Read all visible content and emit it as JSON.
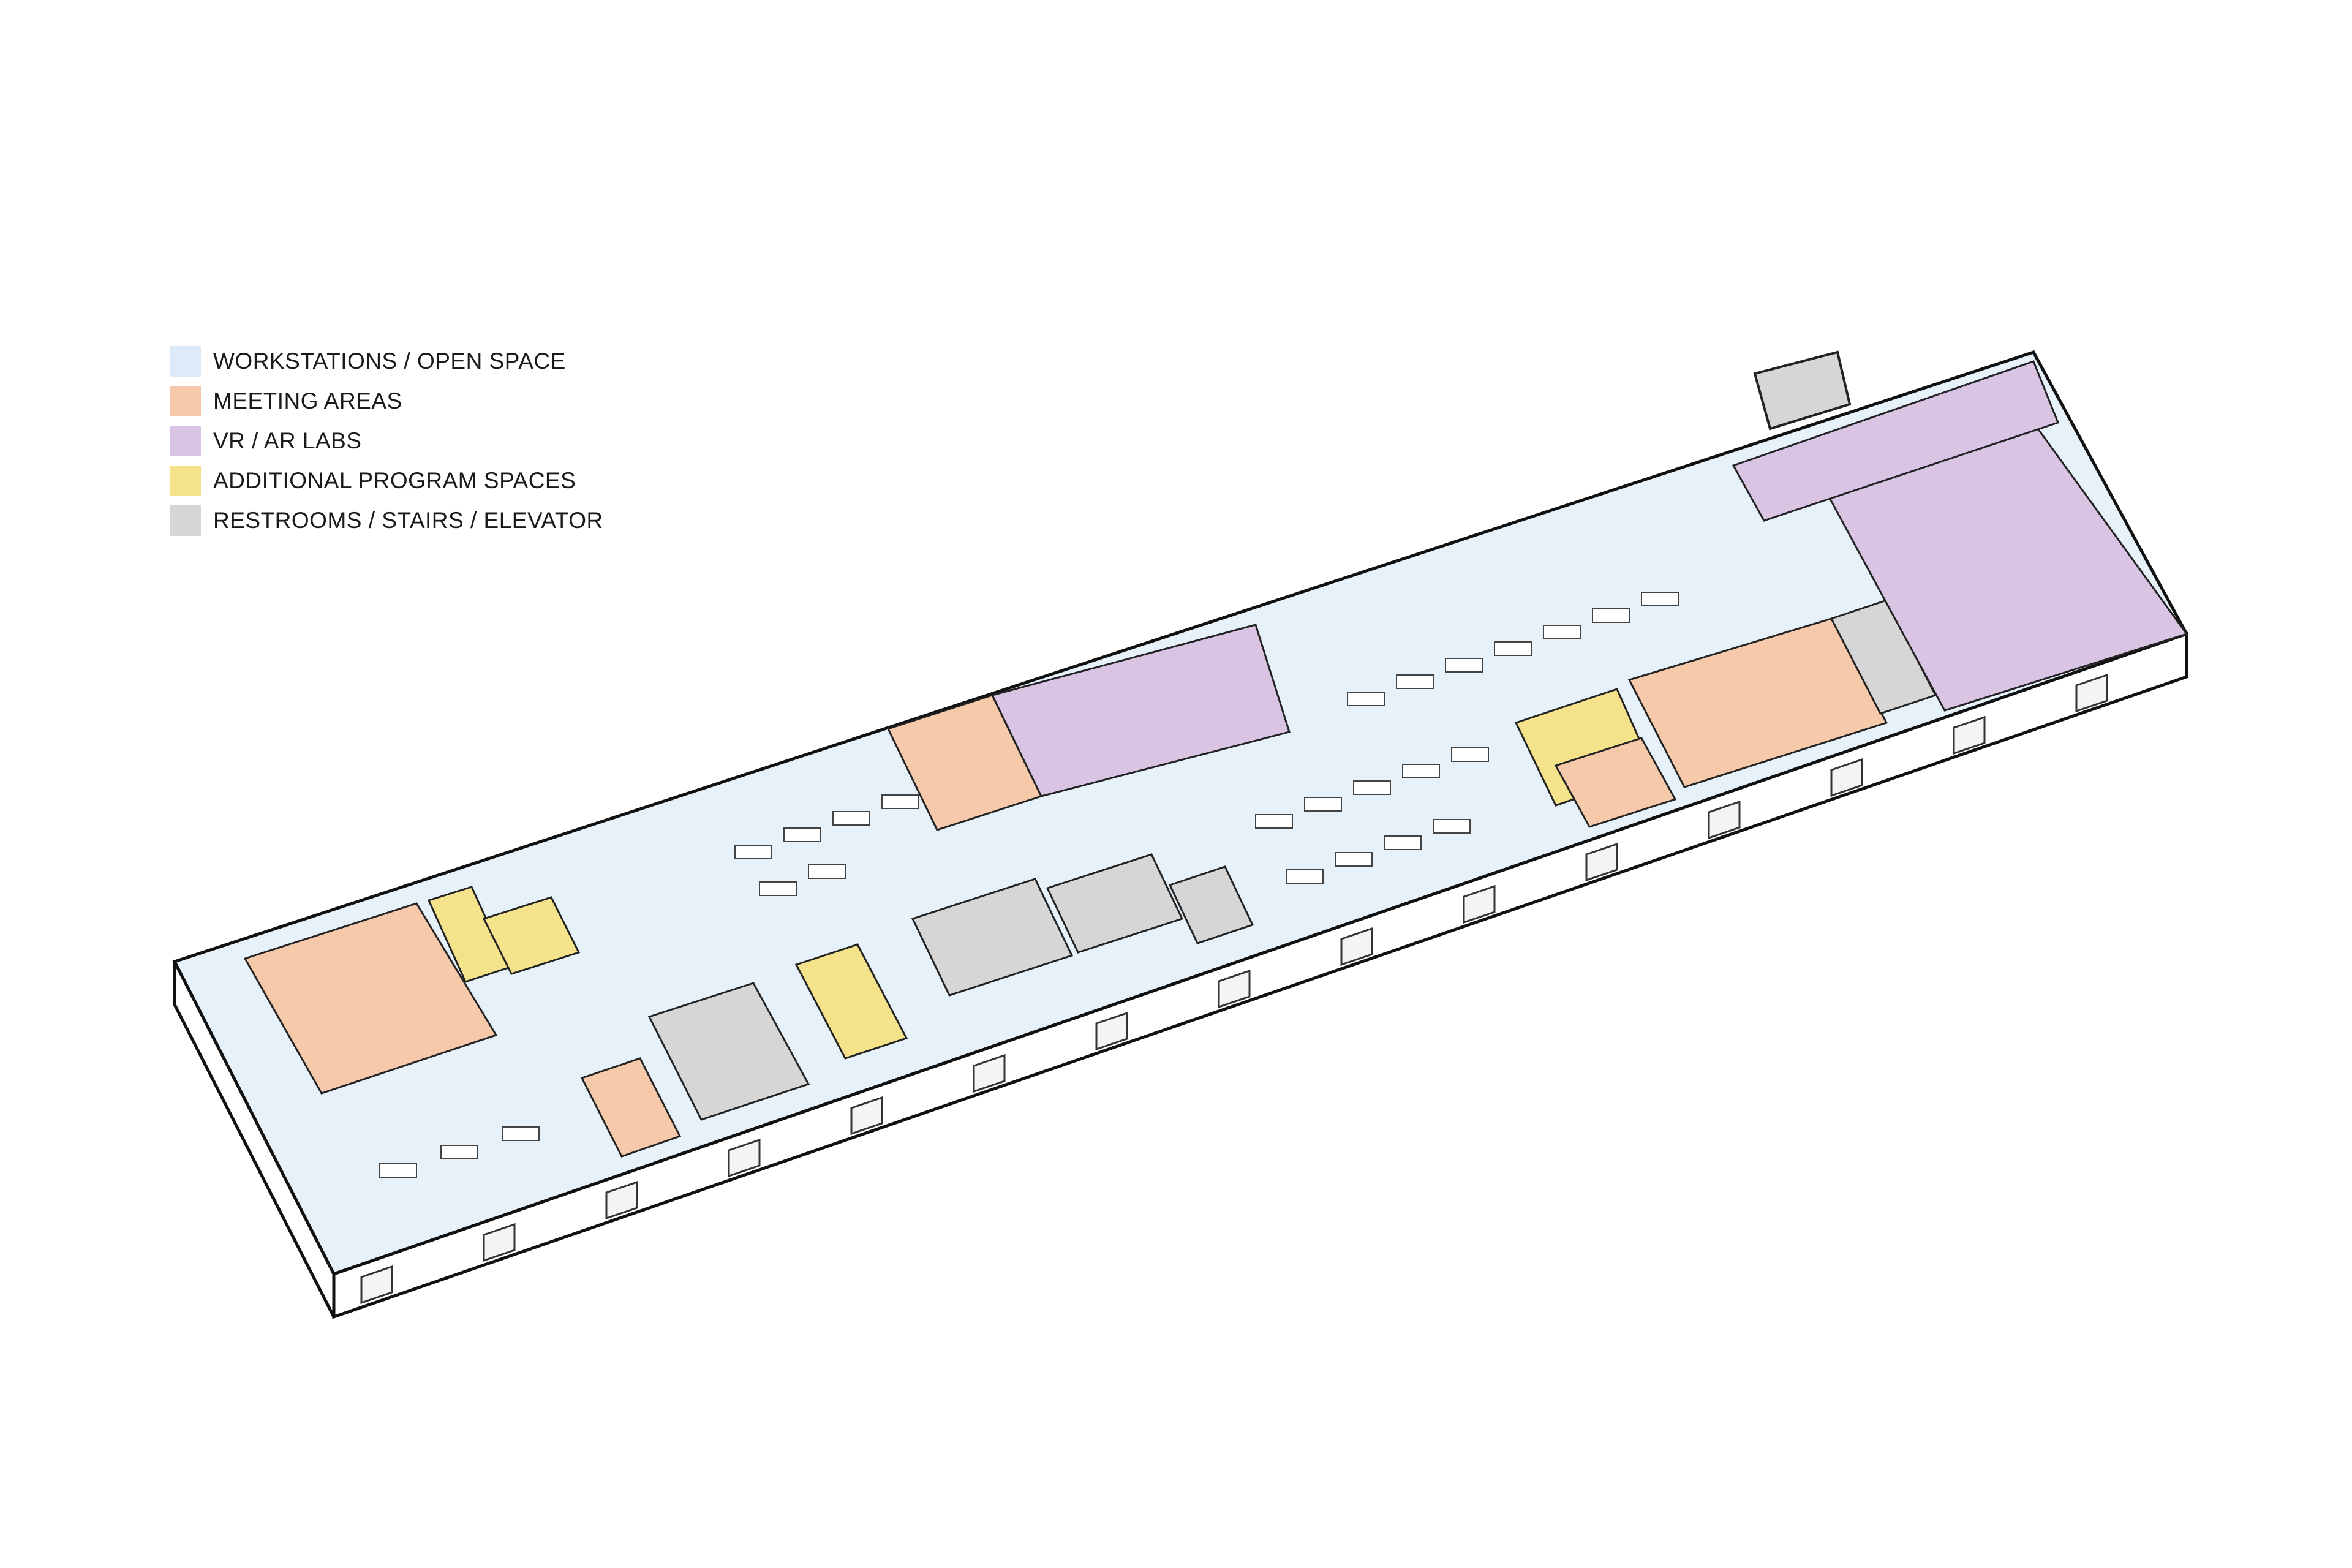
{
  "legend": {
    "items": [
      {
        "label": "WORKSTATIONS / OPEN SPACE",
        "color": "#dcebf7"
      },
      {
        "label": "MEETING AREAS",
        "color": "#f7c9ab"
      },
      {
        "label": "VR / AR LABS",
        "color": "#d9c4e3"
      },
      {
        "label": "ADDITIONAL PROGRAM  SPACES",
        "color": "#f4e38a"
      },
      {
        "label": "RESTROOMS / STAIRS / ELEVATOR",
        "color": "#d6d6d6"
      }
    ]
  }
}
